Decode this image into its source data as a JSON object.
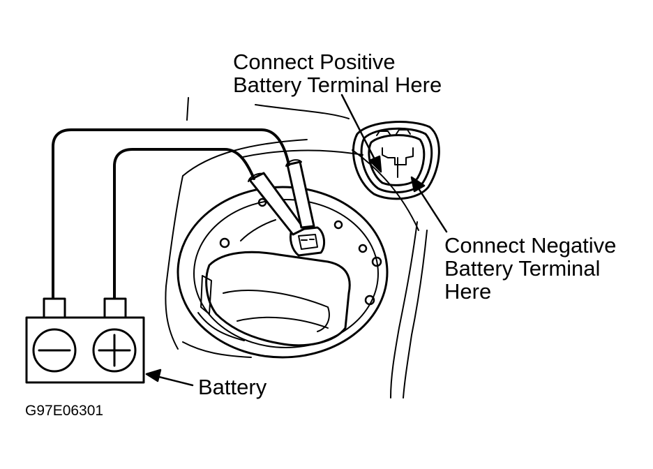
{
  "labels": {
    "positive_line1": "Connect Positive",
    "positive_line2": "Battery Terminal Here",
    "negative_line1": "Connect Negative",
    "negative_line2": "Battery Terminal",
    "negative_line3": "Here",
    "battery": "Battery",
    "figure_id": "G97E06301"
  },
  "battery": {
    "terminals": [
      "−",
      "+"
    ]
  },
  "colors": {
    "line": "#000000",
    "background": "#ffffff"
  }
}
